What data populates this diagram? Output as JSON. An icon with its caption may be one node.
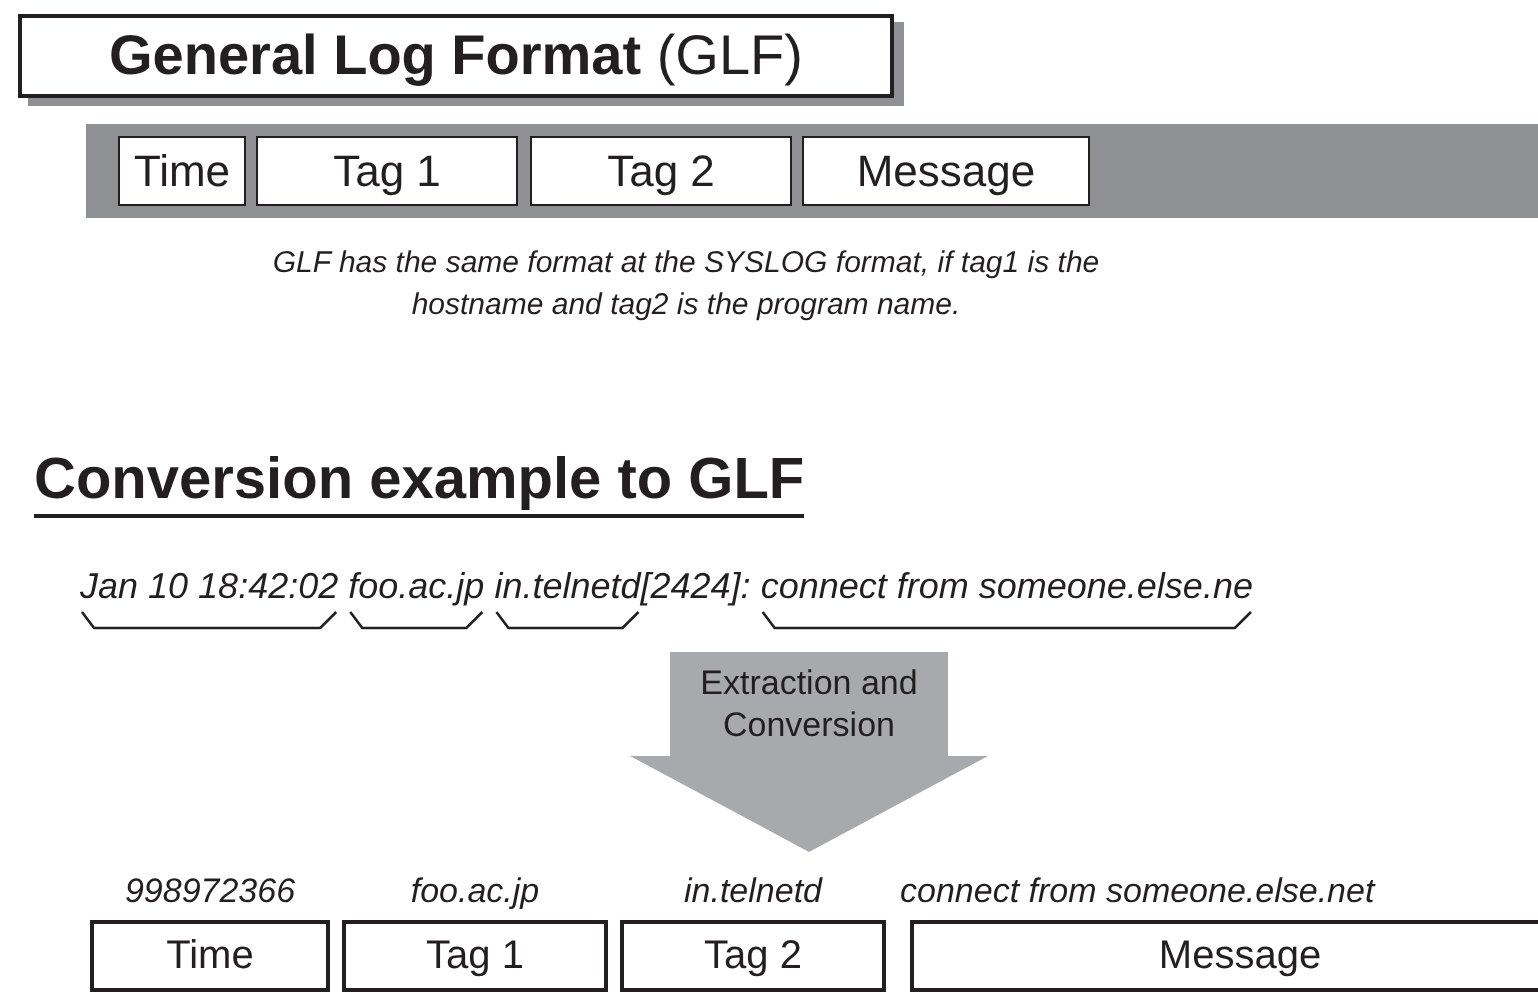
{
  "diagram": {
    "nodes": [
      {
        "text": [
          "**General Log Format** (GLF)"
        ]
      },
      {
        "text": [],
        "shape": "bar"
      },
      {
        "text": [
          "Time"
        ],
        "in": 1
      },
      {
        "text": [
          "Tag 1"
        ],
        "in": 1
      },
      {
        "text": [
          "Tag 2"
        ],
        "in": 1
      },
      {
        "text": [
          "Message"
        ],
        "in": 1
      },
      {
        "text": [
          "Extraction and Conversion"
        ]
      },
      {
        "text": [
          "Time"
        ],
        "beside": [
          "998972366"
        ]
      },
      {
        "text": [
          "Tag 1"
        ],
        "beside": [
          "foo.ac.jp"
        ]
      },
      {
        "text": [
          "Tag 2"
        ],
        "beside": [
          "in.telnetd"
        ]
      },
      {
        "text": [
          "Message"
        ],
        "beside": [
          "connect from someone.else.net"
        ]
      }
    ],
    "labels": [
      "GLF has the same format at the SYSLOG format, if tag1 is the hostname and tag2 is the program name.",
      "Conversion example to GLF",
      "Jan 10 18:42:02",
      "foo.ac.jp",
      "in.telnetd",
      "[2424]:",
      "connect from someone.else.ne"
    ]
  }
}
